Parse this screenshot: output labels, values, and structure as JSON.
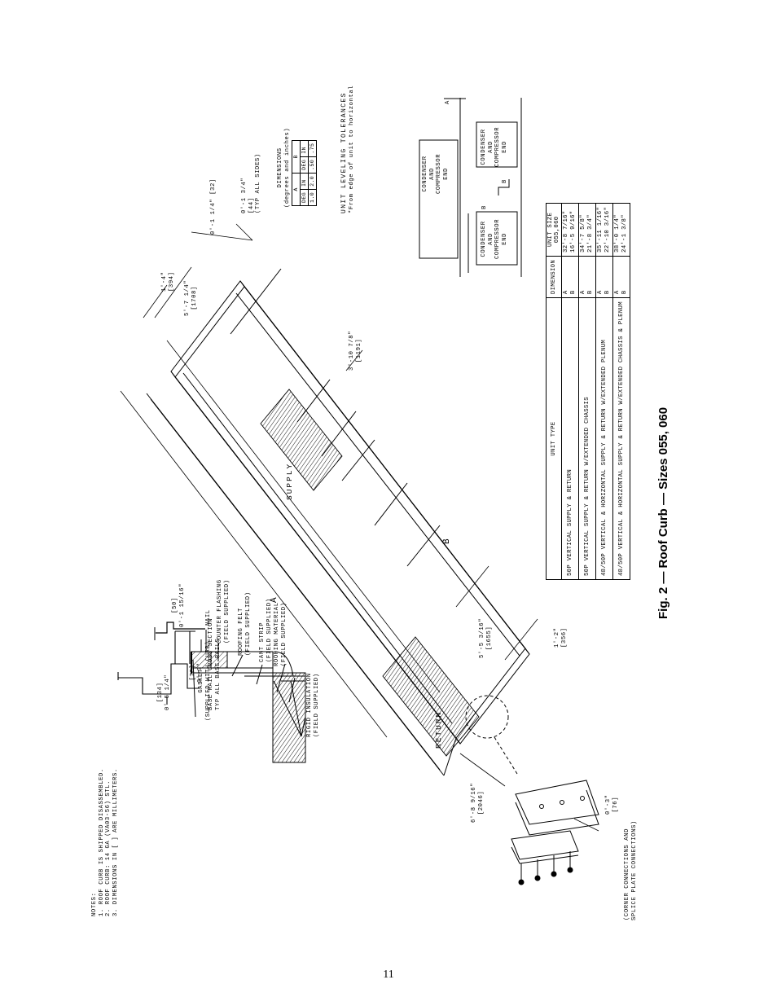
{
  "notes": {
    "heading": "NOTES:",
    "items": [
      "1.  ROOF CURB IS SHIPPED DISASSEMBLED.",
      "2.  ROOF CURB:  14 GA (VA03-56) STL.",
      "3.  DIMENSIONS IN [ ] ARE MILLIMETERS."
    ]
  },
  "callouts": {
    "gasket": [
      "GASKET",
      "(SUPPLIED WITH CURB)"
    ],
    "rigid_insulation": [
      "RIGID INSULATION",
      "(FIELD SUPPLIED)"
    ],
    "nail": "NAIL",
    "counter_flashing": [
      "COUNTER FLASHING",
      "(FIELD SUPPLIED)"
    ],
    "roofing_felt": [
      "ROOFING FELT",
      "(FIELD SUPPLIED)"
    ],
    "cant_strip": [
      "CANT STRIP",
      "(FIELD SUPPLIED)"
    ],
    "roofing_material": [
      "ROOFING MATERIAL",
      "(FIELD SUPPLIED)"
    ],
    "corner_connections": [
      "(CORNER CONNECTIONS AND",
      "SPLICE PLATE CONNECTIONS)"
    ]
  },
  "base_rail": {
    "title": [
      "BASE RAIL CROSS SECTION",
      "TYP ALL BASE RAILS"
    ],
    "dim_height": [
      "0'-5 1/4\"",
      "[134]"
    ],
    "dim_flange": [
      "0'-3\"",
      "[76]"
    ],
    "dim_width": [
      "0'-1 15/16\"",
      "[50]"
    ]
  },
  "curb": {
    "supply": "SUPPLY",
    "return": "RETURN",
    "dim_a": "A",
    "dim_b": "B",
    "dim_1": [
      "1'-4\"",
      "[394]"
    ],
    "dim_2": [
      "5'-7 1/4\"",
      "[1708]"
    ],
    "dim_3": [
      "0'-1 1/4\" [32]"
    ],
    "dim_4": [
      "0'-1 3/4\"",
      "[44]",
      "(TYP ALL SIDES)"
    ],
    "dim_5": [
      "3'-10 7/8\"",
      "[1191]"
    ],
    "dim_6": [
      "5'-5 3/16\"",
      "[1655]"
    ],
    "dim_7": [
      "1'-2\"",
      "[356]"
    ],
    "dim_8": [
      "6'-8 9/16\"",
      "[2046]"
    ],
    "dim_9": [
      "0'-3\"",
      "[76]"
    ]
  },
  "leveling": {
    "header": [
      "DIMENSIONS",
      "(degrees and inches)"
    ],
    "col_a": "A",
    "col_b": "B",
    "units": [
      "DEG",
      "IN",
      "DEG",
      "IN"
    ],
    "values": [
      "1.0",
      "2.0",
      ".50",
      ".75"
    ],
    "title": "UNIT LEVELING TOLERANCES",
    "subtitle": "*From edge of unit to horizontal",
    "end_label": [
      "CONDENSER",
      "AND",
      "COMPRESSOR",
      "END"
    ],
    "marker_a": "A",
    "marker_b": "B"
  },
  "size_table": {
    "headers": [
      "UNIT TYPE",
      "DIMENSION",
      "UNIT SIZE",
      "055,060"
    ],
    "rows": [
      {
        "type": "50P VERTICAL SUPPLY & RETURN",
        "dims": [
          "A",
          "B"
        ],
        "values": [
          "32'-8  7/16\"",
          "16'-5  9/16\""
        ]
      },
      {
        "type": "50P VERTICAL SUPPLY & RETURN W/EXTENDED CHASSIS",
        "dims": [
          "A",
          "B"
        ],
        "values": [
          "34'-7  5/8\"",
          "21'-8  3/4\""
        ]
      },
      {
        "type": "48/50P VERTICAL & HORIZONTAL SUPPLY & RETURN W/EXTENDED PLENUM",
        "dims": [
          "A",
          "B"
        ],
        "values": [
          "35'-11 1/16\"",
          "22'-10 3/16\""
        ]
      },
      {
        "type": "48/50P VERTICAL & HORIZONTAL SUPPLY & RETURN W/EXTENDED CHASSIS & PLENUM",
        "dims": [
          "A",
          "B"
        ],
        "values": [
          "38'-0 1/4\"",
          "24'-1  3/8\""
        ]
      }
    ]
  },
  "caption": "Fig. 2 — Roof Curb — Sizes 055, 060",
  "page_number": "11"
}
